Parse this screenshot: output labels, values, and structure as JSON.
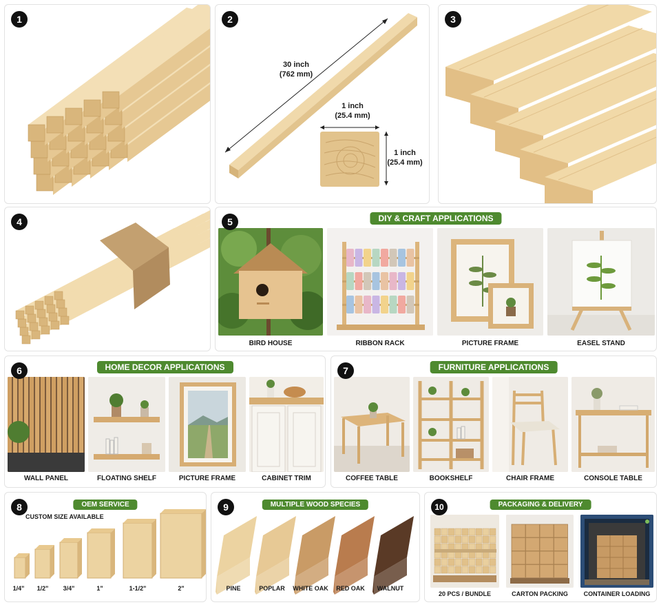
{
  "panels": {
    "p1": {
      "num": "1"
    },
    "p2": {
      "num": "2",
      "length": {
        "inch": "30 inch",
        "mm": "(762 mm)"
      },
      "width": {
        "inch": "1 inch",
        "mm": "(25.4 mm)"
      },
      "height": {
        "inch": "1 inch",
        "mm": "(25.4 mm)"
      }
    },
    "p3": {
      "num": "3"
    },
    "p4": {
      "num": "4"
    },
    "p5": {
      "num": "5",
      "title": "DIY & CRAFT APPLICATIONS",
      "items": [
        "BIRD HOUSE",
        "RIBBON RACK",
        "PICTURE FRAME",
        "EASEL STAND"
      ]
    },
    "p6": {
      "num": "6",
      "title": "HOME DECOR APPLICATIONS",
      "items": [
        "WALL PANEL",
        "FLOATING SHELF",
        "PICTURE FRAME",
        "CABINET TRIM"
      ]
    },
    "p7": {
      "num": "7",
      "title": "FURNITURE APPLICATIONS",
      "items": [
        "COFFEE TABLE",
        "BOOKSHELF",
        "CHAIR FRAME",
        "CONSOLE TABLE"
      ]
    },
    "p8": {
      "num": "8",
      "title": "OEM SERVICE",
      "subtitle": "CUSTOM SIZE AVAILABLE",
      "sizes": [
        "1/4\"",
        "1/2\"",
        "3/4\"",
        "1\"",
        "1-1/2\"",
        "2\""
      ]
    },
    "p9": {
      "num": "9",
      "title": "MULTIPLE WOOD SPECIES",
      "species": [
        "PINE",
        "POPLAR",
        "WHITE OAK",
        "RED OAK",
        "WALNUT"
      ]
    },
    "p10": {
      "num": "10",
      "title": "PACKAGING & DELIVERY",
      "items": [
        "20 PCS / BUNDLE",
        "CARTON PACKING",
        "CONTAINER LOADING"
      ]
    }
  },
  "colors": {
    "accent_green": "#4e8a2f",
    "pine": "#ecd3a1",
    "pine_dark": "#d9b67c",
    "walnut": "#5a3a26",
    "red_oak": "#b97c4e",
    "white_oak": "#c99b66",
    "poplar": "#e7c995"
  }
}
